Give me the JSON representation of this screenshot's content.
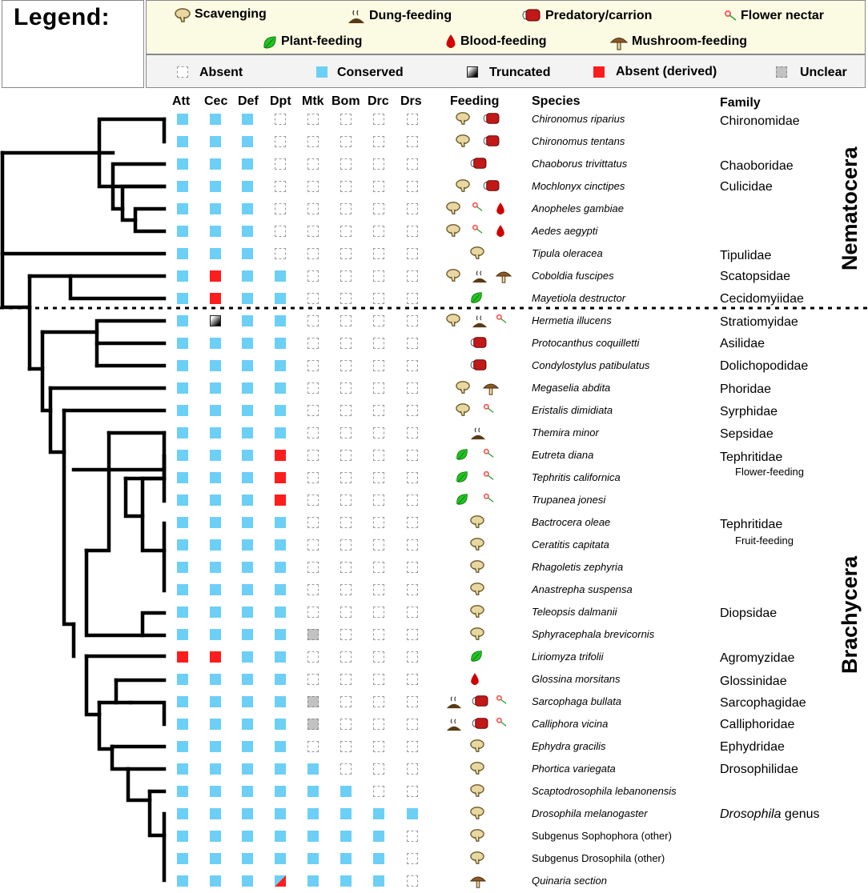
{
  "legend": {
    "title": "Legend:",
    "feeding_items": [
      {
        "icon": "scavenging-icon",
        "label": "Scavenging"
      },
      {
        "icon": "dung-feeding-icon",
        "label": "Dung-feeding"
      },
      {
        "icon": "predatory-carrion-icon",
        "label": "Predatory/carrion"
      },
      {
        "icon": "flower-nectar-icon",
        "label": "Flower nectar"
      },
      {
        "icon": "plant-feeding-icon",
        "label": "Plant-feeding"
      },
      {
        "icon": "blood-feeding-icon",
        "label": "Blood-feeding"
      },
      {
        "icon": "mushroom-feeding-icon",
        "label": "Mushroom-feeding"
      }
    ],
    "status_items": [
      {
        "status": "a",
        "label": "Absent"
      },
      {
        "status": "c",
        "label": "Conserved"
      },
      {
        "status": "t",
        "label": "Truncated"
      },
      {
        "status": "d",
        "label": "Absent (derived)"
      },
      {
        "status": "u",
        "label": "Unclear"
      }
    ]
  },
  "headers": {
    "genes": [
      "Att",
      "Cec",
      "Def",
      "Dpt",
      "Mtk",
      "Bom",
      "Drc",
      "Drs"
    ],
    "feeding": "Feeding",
    "species": "Species",
    "family": "Family"
  },
  "colors": {
    "conserved": "#6ccff6",
    "absent_derived": "#ff1c1c",
    "unclear": "#c2c2c2",
    "legend_feeding_bg": "#fbfbe4",
    "legend_status_bg": "#f3f3f3"
  },
  "rows": [
    {
      "species": "Chironomus riparius",
      "family": "Chironomidae",
      "genes": [
        "c",
        "c",
        "c",
        "a",
        "a",
        "a",
        "a",
        "a"
      ],
      "feeding": [
        "scavenging",
        "predatory-carrion"
      ]
    },
    {
      "species": "Chironomus tentans",
      "family": "",
      "genes": [
        "c",
        "c",
        "c",
        "a",
        "a",
        "a",
        "a",
        "a"
      ],
      "feeding": [
        "scavenging",
        "predatory-carrion"
      ]
    },
    {
      "species": "Chaoborus trivittatus",
      "family": "Chaoboridae",
      "genes": [
        "c",
        "c",
        "c",
        "a",
        "a",
        "a",
        "a",
        "a"
      ],
      "feeding": [
        "predatory-carrion"
      ]
    },
    {
      "species": "Mochlonyx cinctipes",
      "family": "Culicidae",
      "genes": [
        "c",
        "c",
        "c",
        "a",
        "a",
        "a",
        "a",
        "a"
      ],
      "feeding": [
        "scavenging",
        "predatory-carrion"
      ]
    },
    {
      "species": "Anopheles gambiae",
      "family": "",
      "genes": [
        "c",
        "c",
        "c",
        "a",
        "a",
        "a",
        "a",
        "a"
      ],
      "feeding": [
        "scavenging",
        "flower-nectar",
        "blood-feeding"
      ]
    },
    {
      "species": "Aedes aegypti",
      "family": "",
      "genes": [
        "c",
        "c",
        "c",
        "a",
        "a",
        "a",
        "a",
        "a"
      ],
      "feeding": [
        "scavenging",
        "flower-nectar",
        "blood-feeding"
      ]
    },
    {
      "species": "Tipula oleracea",
      "family": "Tipulidae",
      "genes": [
        "c",
        "c",
        "c",
        "a",
        "a",
        "a",
        "a",
        "a"
      ],
      "feeding": [
        "scavenging"
      ]
    },
    {
      "species": "Coboldia fuscipes",
      "family": "Scatopsidae",
      "genes": [
        "c",
        "d",
        "c",
        "c",
        "a",
        "a",
        "a",
        "a"
      ],
      "feeding": [
        "scavenging",
        "dung-feeding",
        "mushroom-feeding"
      ]
    },
    {
      "species": "Mayetiola destructor",
      "family": "Cecidomyiidae",
      "genes": [
        "c",
        "d",
        "c",
        "c",
        "a",
        "a",
        "a",
        "a"
      ],
      "feeding": [
        "plant-feeding"
      ]
    },
    {
      "species": "Hermetia illucens",
      "family": "Stratiomyidae",
      "genes": [
        "c",
        "t",
        "c",
        "c",
        "a",
        "a",
        "a",
        "a"
      ],
      "feeding": [
        "scavenging",
        "dung-feeding",
        "flower-nectar"
      ]
    },
    {
      "species": "Protocanthus coquilletti",
      "family": "Asilidae",
      "genes": [
        "c",
        "c",
        "c",
        "c",
        "a",
        "a",
        "a",
        "a"
      ],
      "feeding": [
        "predatory-carrion"
      ]
    },
    {
      "species": "Condylostylus patibulatus",
      "family": "Dolichopodidae",
      "genes": [
        "c",
        "c",
        "c",
        "c",
        "a",
        "a",
        "a",
        "a"
      ],
      "feeding": [
        "predatory-carrion"
      ]
    },
    {
      "species": "Megaselia abdita",
      "family": "Phoridae",
      "genes": [
        "c",
        "c",
        "c",
        "c",
        "a",
        "a",
        "a",
        "a"
      ],
      "feeding": [
        "scavenging",
        "mushroom-feeding"
      ]
    },
    {
      "species": "Eristalis dimidiata",
      "family": "Syrphidae",
      "genes": [
        "c",
        "c",
        "c",
        "c",
        "a",
        "a",
        "a",
        "a"
      ],
      "feeding": [
        "scavenging",
        "flower-nectar"
      ]
    },
    {
      "species": "Themira minor",
      "family": "Sepsidae",
      "genes": [
        "c",
        "c",
        "c",
        "c",
        "a",
        "a",
        "a",
        "a"
      ],
      "feeding": [
        "dung-feeding"
      ]
    },
    {
      "species": "Eutreta diana",
      "family": "Tephritidae",
      "genes": [
        "c",
        "c",
        "c",
        "d",
        "a",
        "a",
        "a",
        "a"
      ],
      "feeding": [
        "plant-feeding",
        "flower-nectar"
      ]
    },
    {
      "species": "Tephritis californica",
      "family": "",
      "genes": [
        "c",
        "c",
        "c",
        "d",
        "a",
        "a",
        "a",
        "a"
      ],
      "feeding": [
        "plant-feeding",
        "flower-nectar"
      ]
    },
    {
      "species": "Trupanea jonesi",
      "family": "",
      "genes": [
        "c",
        "c",
        "c",
        "d",
        "a",
        "a",
        "a",
        "a"
      ],
      "feeding": [
        "plant-feeding",
        "flower-nectar"
      ]
    },
    {
      "species": "Bactrocera oleae",
      "family": "Tephritidae",
      "genes": [
        "c",
        "c",
        "c",
        "c",
        "a",
        "a",
        "a",
        "a"
      ],
      "feeding": [
        "scavenging"
      ]
    },
    {
      "species": "Ceratitis capitata",
      "family": "",
      "genes": [
        "c",
        "c",
        "c",
        "c",
        "a",
        "a",
        "a",
        "a"
      ],
      "feeding": [
        "scavenging"
      ]
    },
    {
      "species": "Rhagoletis zephyria",
      "family": "",
      "genes": [
        "c",
        "c",
        "c",
        "c",
        "a",
        "a",
        "a",
        "a"
      ],
      "feeding": [
        "scavenging"
      ]
    },
    {
      "species": "Anastrepha suspensa",
      "family": "",
      "genes": [
        "c",
        "c",
        "c",
        "c",
        "a",
        "a",
        "a",
        "a"
      ],
      "feeding": [
        "scavenging"
      ]
    },
    {
      "species": "Teleopsis dalmanii",
      "family": "Diopsidae",
      "genes": [
        "c",
        "c",
        "c",
        "c",
        "a",
        "a",
        "a",
        "a"
      ],
      "feeding": [
        "scavenging"
      ]
    },
    {
      "species": "Sphyracephala brevicornis",
      "family": "",
      "genes": [
        "c",
        "c",
        "c",
        "c",
        "u",
        "a",
        "a",
        "a"
      ],
      "feeding": [
        "scavenging"
      ]
    },
    {
      "species": "Liriomyza trifolii",
      "family": "Agromyzidae",
      "genes": [
        "d",
        "d",
        "c",
        "c",
        "a",
        "a",
        "a",
        "a"
      ],
      "feeding": [
        "plant-feeding"
      ]
    },
    {
      "species": "Glossina morsitans",
      "family": "Glossinidae",
      "genes": [
        "c",
        "c",
        "c",
        "c",
        "a",
        "a",
        "a",
        "a"
      ],
      "feeding": [
        "blood-feeding"
      ]
    },
    {
      "species": "Sarcophaga bullata",
      "family": "Sarcophagidae",
      "genes": [
        "c",
        "c",
        "c",
        "c",
        "u",
        "a",
        "a",
        "a"
      ],
      "feeding": [
        "dung-feeding",
        "predatory-carrion",
        "flower-nectar"
      ]
    },
    {
      "species": "Calliphora vicina",
      "family": "Calliphoridae",
      "genes": [
        "c",
        "c",
        "c",
        "c",
        "u",
        "a",
        "a",
        "a"
      ],
      "feeding": [
        "dung-feeding",
        "predatory-carrion",
        "flower-nectar"
      ]
    },
    {
      "species": "Ephydra gracilis",
      "family": "Ephydridae",
      "genes": [
        "c",
        "c",
        "c",
        "c",
        "a",
        "a",
        "a",
        "a"
      ],
      "feeding": [
        "scavenging"
      ]
    },
    {
      "species": "Phortica variegata",
      "family": "Drosophilidae",
      "genes": [
        "c",
        "c",
        "c",
        "c",
        "c",
        "a",
        "a",
        "a"
      ],
      "feeding": [
        "scavenging"
      ]
    },
    {
      "species": "Scaptodrosophila lebanonensis",
      "family": "",
      "genes": [
        "c",
        "c",
        "c",
        "c",
        "c",
        "c",
        "a",
        "a"
      ],
      "feeding": [
        "scavenging"
      ]
    },
    {
      "species": "Drosophila melanogaster",
      "family": "",
      "genes": [
        "c",
        "c",
        "c",
        "c",
        "c",
        "c",
        "c",
        "c"
      ],
      "feeding": [
        "scavenging"
      ]
    },
    {
      "species": "Subgenus Sophophora (other)",
      "family": "",
      "genes": [
        "c",
        "c",
        "c",
        "c",
        "c",
        "c",
        "c",
        "a"
      ],
      "feeding": [
        "scavenging"
      ]
    },
    {
      "species": "Subgenus Drosophila (other)",
      "family": "",
      "genes": [
        "c",
        "c",
        "c",
        "c",
        "c",
        "c",
        "c",
        "a"
      ],
      "feeding": [
        "scavenging"
      ]
    },
    {
      "species": "Quinaria section",
      "family": "",
      "genes": [
        "c",
        "c",
        "c",
        "p",
        "c",
        "c",
        "c",
        "a"
      ],
      "feeding": [
        "mushroom-feeding"
      ]
    }
  ],
  "subfamily_notes": {
    "flower": "Flower-feeding",
    "fruit": "Fruit-feeding"
  },
  "drosophila_label": {
    "italic": "Drosophila",
    "rest": " genus"
  },
  "clades": {
    "upper": "Nematocera",
    "lower": "Brachycera"
  }
}
